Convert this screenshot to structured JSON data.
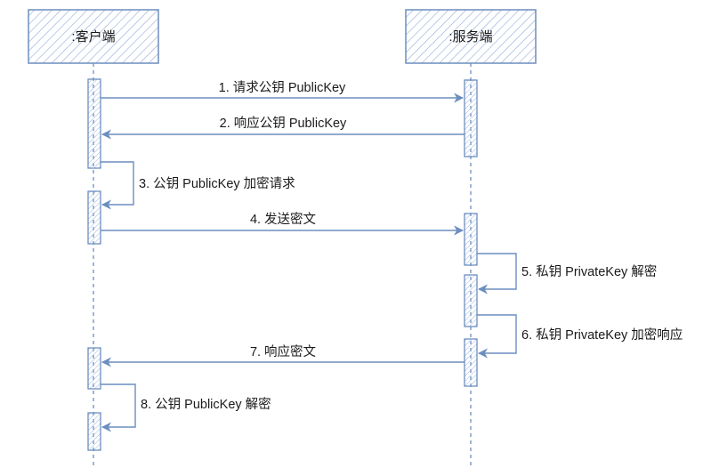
{
  "participants": {
    "client": ":客户端",
    "server": ":服务端"
  },
  "messages": {
    "m1": "1. 请求公钥 PublicKey",
    "m2": "2. 响应公钥 PublicKey",
    "m3": "3. 公钥 PublicKey 加密请求",
    "m4": "4. 发送密文",
    "m5": "5. 私钥 PrivateKey 解密",
    "m6": "6. 私钥 PrivateKey 加密响应",
    "m7": "7. 响应密文",
    "m8": "8. 公钥 PublicKey 解密"
  },
  "colors": {
    "stroke": "#6c8ebf",
    "hatch": "#8faad8",
    "text": "#1a1a1a"
  }
}
